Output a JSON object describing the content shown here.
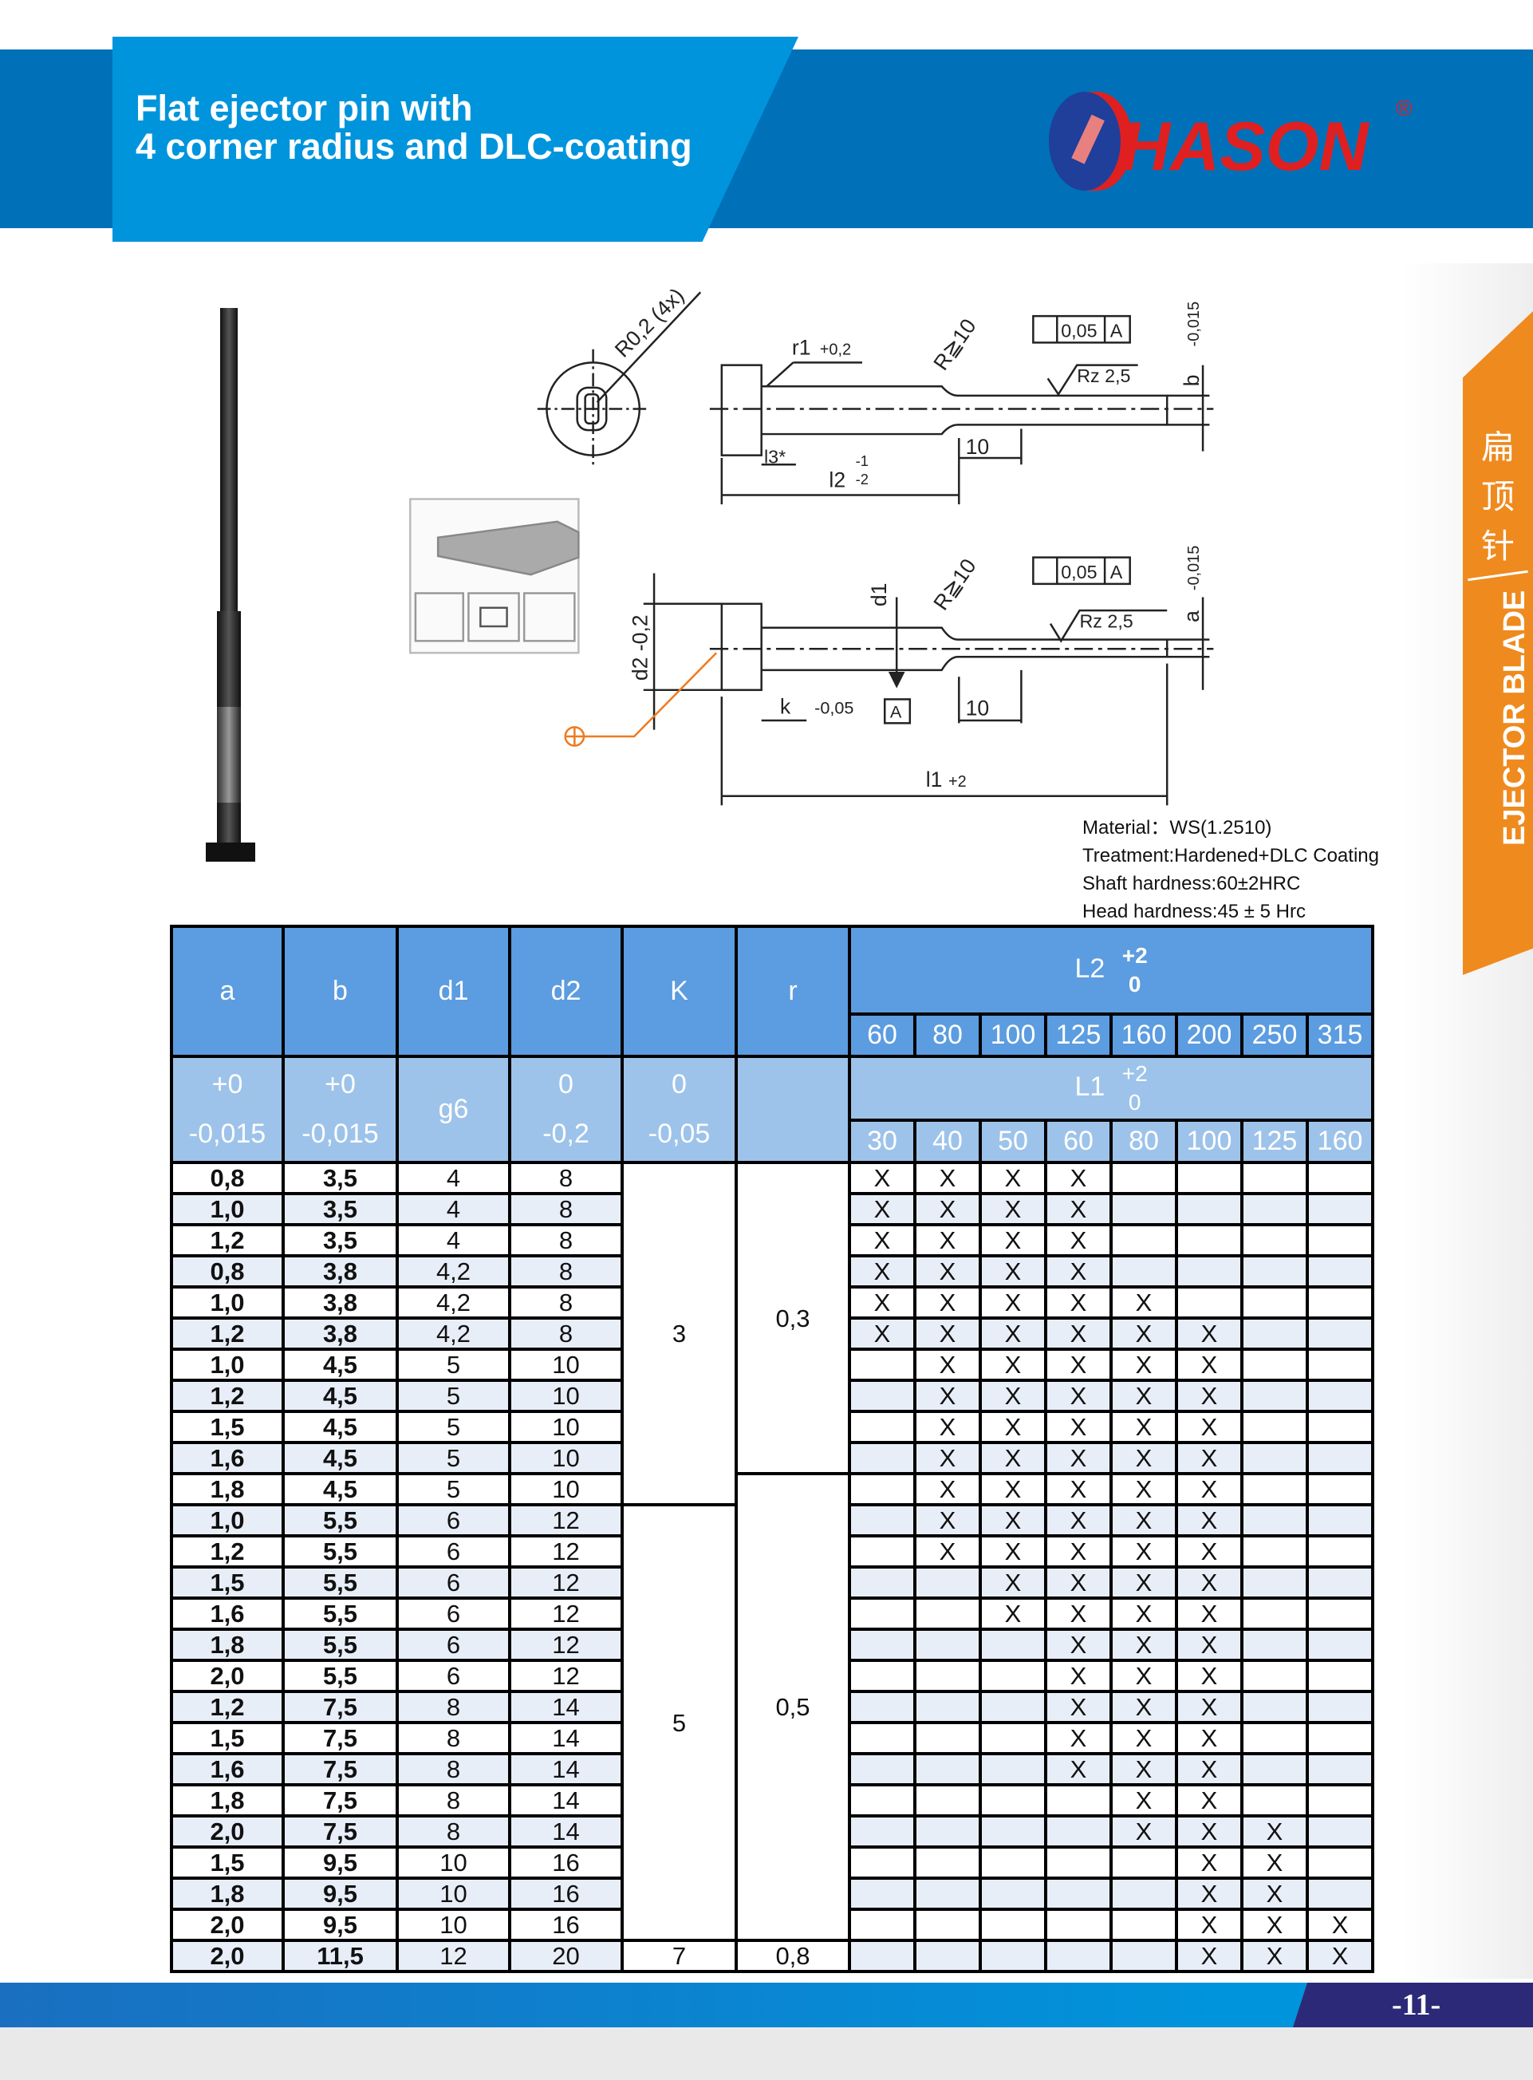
{
  "header": {
    "title_line1": "Flat ejector pin with",
    "title_line2": "4 corner radius and DLC-coating",
    "brand": "HASON",
    "registered": "®"
  },
  "side_tab": {
    "chinese": "扁顶针",
    "english": "EJECTOR BLADE"
  },
  "drawing": {
    "corner_radius": "R0,2 (4x)",
    "r1": "r1",
    "r1_tol": "+0,2",
    "rmin": "R≧10",
    "flatness": "0,05",
    "datum": "A",
    "rz": "Rz 2,5",
    "b": "b",
    "b_tol": "-0,015",
    "l3": "l3*",
    "l2": "l2",
    "l2_tol_up": "-1",
    "l2_tol_lo": "-2",
    "len10": "10",
    "d1": "d1",
    "d2": "d2 -0,2",
    "k": "k",
    "k_tol": "-0,05",
    "l1": "l1",
    "l1_tol": "+2",
    "a": "a",
    "a_tol": "-0,015"
  },
  "material": {
    "line1": "Material：WS(1.2510)",
    "line2": "Treatment:Hardened+DLC Coating",
    "line3": "Shaft hardness:60±2HRC",
    "line4": "Head hardness:45 ± 5 Hrc"
  },
  "table": {
    "headers": {
      "a": "a",
      "b": "b",
      "d1": "d1",
      "d2": "d2",
      "k": "K",
      "r": "r",
      "l2": "L2",
      "l2_tol_up": "+2",
      "l2_tol_lo": "0",
      "l1": "L1",
      "l1_tol_up": "+2",
      "l1_tol_lo": "0"
    },
    "tolerances": {
      "a_up": "+0",
      "a_lo": "-0,015",
      "b_up": "+0",
      "b_lo": "-0,015",
      "d1": "g6",
      "d2_up": "0",
      "d2_lo": "-0,2",
      "k_up": "0",
      "k_lo": "-0,05"
    },
    "l2_values": [
      "60",
      "80",
      "100",
      "125",
      "160",
      "200",
      "250",
      "315"
    ],
    "l1_values": [
      "30",
      "40",
      "50",
      "60",
      "80",
      "100",
      "125",
      "160"
    ],
    "mark": "X",
    "k_groups": [
      {
        "value": "3",
        "rows": 11
      },
      {
        "value": "5",
        "rows": 14
      },
      {
        "value": "7",
        "rows": 1
      }
    ],
    "r_groups": [
      {
        "value": "0,3",
        "rows": 10
      },
      {
        "value": "0,5",
        "rows": 15
      },
      {
        "value": "0,8",
        "rows": 1
      }
    ],
    "rows": [
      {
        "a": "0,8",
        "b": "3,5",
        "d1": "4",
        "d2": "8",
        "avail": [
          1,
          1,
          1,
          1,
          0,
          0,
          0,
          0
        ]
      },
      {
        "a": "1,0",
        "b": "3,5",
        "d1": "4",
        "d2": "8",
        "avail": [
          1,
          1,
          1,
          1,
          0,
          0,
          0,
          0
        ]
      },
      {
        "a": "1,2",
        "b": "3,5",
        "d1": "4",
        "d2": "8",
        "avail": [
          1,
          1,
          1,
          1,
          0,
          0,
          0,
          0
        ]
      },
      {
        "a": "0,8",
        "b": "3,8",
        "d1": "4,2",
        "d2": "8",
        "avail": [
          1,
          1,
          1,
          1,
          0,
          0,
          0,
          0
        ]
      },
      {
        "a": "1,0",
        "b": "3,8",
        "d1": "4,2",
        "d2": "8",
        "avail": [
          1,
          1,
          1,
          1,
          1,
          0,
          0,
          0
        ]
      },
      {
        "a": "1,2",
        "b": "3,8",
        "d1": "4,2",
        "d2": "8",
        "avail": [
          1,
          1,
          1,
          1,
          1,
          1,
          0,
          0
        ]
      },
      {
        "a": "1,0",
        "b": "4,5",
        "d1": "5",
        "d2": "10",
        "avail": [
          0,
          1,
          1,
          1,
          1,
          1,
          0,
          0
        ]
      },
      {
        "a": "1,2",
        "b": "4,5",
        "d1": "5",
        "d2": "10",
        "avail": [
          0,
          1,
          1,
          1,
          1,
          1,
          0,
          0
        ]
      },
      {
        "a": "1,5",
        "b": "4,5",
        "d1": "5",
        "d2": "10",
        "avail": [
          0,
          1,
          1,
          1,
          1,
          1,
          0,
          0
        ]
      },
      {
        "a": "1,6",
        "b": "4,5",
        "d1": "5",
        "d2": "10",
        "avail": [
          0,
          1,
          1,
          1,
          1,
          1,
          0,
          0
        ]
      },
      {
        "a": "1,8",
        "b": "4,5",
        "d1": "5",
        "d2": "10",
        "avail": [
          0,
          1,
          1,
          1,
          1,
          1,
          0,
          0
        ]
      },
      {
        "a": "1,0",
        "b": "5,5",
        "d1": "6",
        "d2": "12",
        "avail": [
          0,
          1,
          1,
          1,
          1,
          1,
          0,
          0
        ]
      },
      {
        "a": "1,2",
        "b": "5,5",
        "d1": "6",
        "d2": "12",
        "avail": [
          0,
          1,
          1,
          1,
          1,
          1,
          0,
          0
        ]
      },
      {
        "a": "1,5",
        "b": "5,5",
        "d1": "6",
        "d2": "12",
        "avail": [
          0,
          0,
          1,
          1,
          1,
          1,
          0,
          0
        ]
      },
      {
        "a": "1,6",
        "b": "5,5",
        "d1": "6",
        "d2": "12",
        "avail": [
          0,
          0,
          1,
          1,
          1,
          1,
          0,
          0
        ]
      },
      {
        "a": "1,8",
        "b": "5,5",
        "d1": "6",
        "d2": "12",
        "avail": [
          0,
          0,
          0,
          1,
          1,
          1,
          0,
          0
        ]
      },
      {
        "a": "2,0",
        "b": "5,5",
        "d1": "6",
        "d2": "12",
        "avail": [
          0,
          0,
          0,
          1,
          1,
          1,
          0,
          0
        ]
      },
      {
        "a": "1,2",
        "b": "7,5",
        "d1": "8",
        "d2": "14",
        "avail": [
          0,
          0,
          0,
          1,
          1,
          1,
          0,
          0
        ]
      },
      {
        "a": "1,5",
        "b": "7,5",
        "d1": "8",
        "d2": "14",
        "avail": [
          0,
          0,
          0,
          1,
          1,
          1,
          0,
          0
        ]
      },
      {
        "a": "1,6",
        "b": "7,5",
        "d1": "8",
        "d2": "14",
        "avail": [
          0,
          0,
          0,
          1,
          1,
          1,
          0,
          0
        ]
      },
      {
        "a": "1,8",
        "b": "7,5",
        "d1": "8",
        "d2": "14",
        "avail": [
          0,
          0,
          0,
          0,
          1,
          1,
          0,
          0
        ]
      },
      {
        "a": "2,0",
        "b": "7,5",
        "d1": "8",
        "d2": "14",
        "avail": [
          0,
          0,
          0,
          0,
          1,
          1,
          1,
          0
        ]
      },
      {
        "a": "1,5",
        "b": "9,5",
        "d1": "10",
        "d2": "16",
        "avail": [
          0,
          0,
          0,
          0,
          0,
          1,
          1,
          0
        ]
      },
      {
        "a": "1,8",
        "b": "9,5",
        "d1": "10",
        "d2": "16",
        "avail": [
          0,
          0,
          0,
          0,
          0,
          1,
          1,
          0
        ]
      },
      {
        "a": "2,0",
        "b": "9,5",
        "d1": "10",
        "d2": "16",
        "avail": [
          0,
          0,
          0,
          0,
          0,
          1,
          1,
          1
        ]
      },
      {
        "a": "2,0",
        "b": "11,5",
        "d1": "12",
        "d2": "20",
        "avail": [
          0,
          0,
          0,
          0,
          0,
          1,
          1,
          1
        ]
      }
    ]
  },
  "footer": {
    "page": "-11-"
  },
  "colors": {
    "header_blue": "#0070b8",
    "panel_blue": "#0094dc",
    "table_header": "#5c9ce0",
    "table_subheader": "#9dc3ea",
    "row_alt": "#e8eef8",
    "accent_orange": "#ef8a1e",
    "brand_red": "#e02020",
    "navy": "#2c2a78"
  }
}
